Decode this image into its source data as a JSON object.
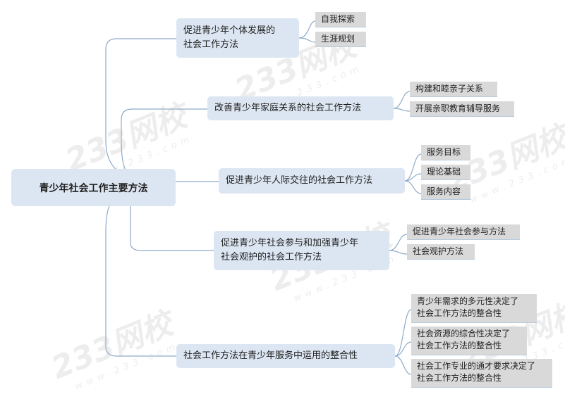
{
  "root": {
    "label": "青少年社会工作主要方法"
  },
  "branches": [
    {
      "label": "促进青少年个体发展的\n社会工作方法",
      "children": [
        "自我探索",
        "生涯规划"
      ]
    },
    {
      "label": "改善青少年家庭关系的社会工作方法",
      "children": [
        "构建和睦亲子关系",
        "开展亲职教育辅导服务"
      ]
    },
    {
      "label": "促进青少年人际交往的社会工作方法",
      "children": [
        "服务目标",
        "理论基础",
        "服务内容"
      ]
    },
    {
      "label": "促进青少年社会参与和加强青少年\n社会观护的社会工作方法",
      "children": [
        "促进青少年社会参与方法",
        "社会观护方法"
      ]
    },
    {
      "label": "社会工作方法在青少年服务中运用的整合性",
      "children": [
        "青少年需求的多元性决定了\n社会工作方法的整合性",
        "社会资源的综合性决定了\n社会工作方法的整合性",
        "社会工作专业的通才要求决定了\n社会工作方法的整合性"
      ]
    }
  ],
  "watermark": {
    "text": "233网校",
    "subtext": "www.233.com"
  },
  "colors": {
    "node_fill": "#dce6f2",
    "leaf_fill": "#d9d9d9",
    "line": "#8eaac9"
  }
}
